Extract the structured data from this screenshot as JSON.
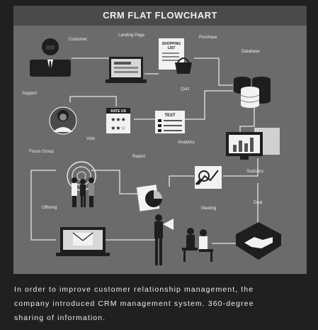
{
  "title": "CRM FLAT FLOWCHART",
  "nodes": {
    "customer": "Customer",
    "landing_page": "Landing Page",
    "purchase": "Purchase",
    "database": "Database",
    "support": "Support",
    "quiz": "Quiz",
    "vote": "Vote",
    "analytics": "Analytics",
    "focus_group": "Focus Group",
    "report": "Report",
    "statistics": "Statistics",
    "offering": "Offering",
    "meeting": "Meeting",
    "deal": "Deal"
  },
  "icon_text": {
    "shopping_list": [
      "SHOPPING",
      "LIST"
    ],
    "rate_us": "RATE US",
    "test": "TEST"
  },
  "caption": [
    "In order to improve customer relationship management, the",
    "company introduced CRM management system. 360-degree",
    "sharing of information."
  ],
  "colors": {
    "panel": "#6b6b6b",
    "page": "#202020",
    "line": "#e6e6e6",
    "icon_dark": "#1e1e1e",
    "icon_light": "#f2f2f2"
  }
}
